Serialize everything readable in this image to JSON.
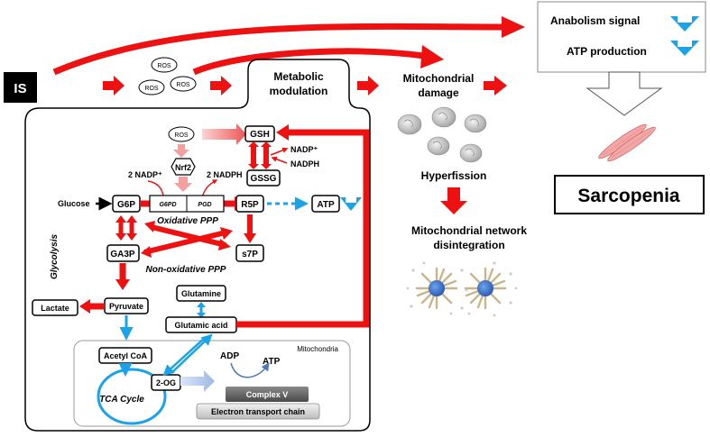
{
  "is_label": "IS",
  "ros": "ROS",
  "metabolic_modulation": [
    "Metabolic",
    "modulation"
  ],
  "mito_damage": [
    "Mitochondrial",
    "damage"
  ],
  "anabolism_signal": "Anabolism signal",
  "atp_production": "ATP production",
  "sarcopenia": "Sarcopenia",
  "hyperfission": "Hyperfission",
  "mito_network": [
    "Mitochondrial network",
    "disintegration"
  ],
  "gsh": "GSH",
  "gssg": "GSSG",
  "nadp_plus": "NADP⁺",
  "nadph_label": "NADPH",
  "nrf2": "Nrf2",
  "two_nadp": "2 NADP⁺",
  "two_nadph": "2 NADPH",
  "glucose": "Glucose",
  "g6p": "G6P",
  "g6pd": "G6PD",
  "pgd": "PGD",
  "r5p": "R5P",
  "atp": "ATP",
  "oxidative_ppp": "Oxidative PPP",
  "glycolysis": "Glycolysis",
  "ga3p": "GA3P",
  "s7p": "s7P",
  "non_oxidative_ppp": "Non-oxidative PPP",
  "glutamine": "Glutamine",
  "lactate": "Lactate",
  "pyruvate": "Pyruvate",
  "glutamic_acid": "Glutamic acid",
  "acetyl_coa": "Acetyl CoA",
  "mitochondria": "Mitochondria",
  "adp": "ADP",
  "atp2": "ATP",
  "two_og": "2-OG",
  "tca_cycle": "TCA Cycle",
  "complex_v": "Complex V",
  "etc": "Electron transport chain",
  "colors": {
    "red": "#ee1111",
    "blue": "#1aa3e8",
    "pink": "#f4a0a0"
  }
}
